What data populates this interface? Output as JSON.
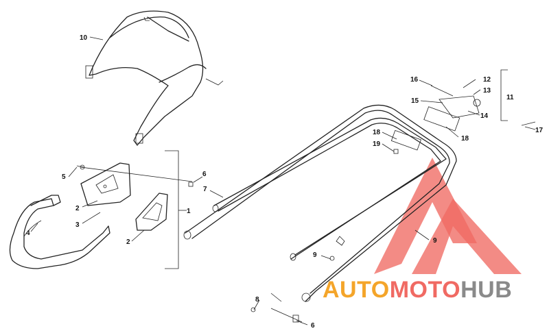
{
  "callouts": {
    "c1": "1",
    "c2a": "2",
    "c2b": "2",
    "c3": "3",
    "c4": "4",
    "c5": "5",
    "c6a": "6",
    "c6b": "6",
    "c7": "7",
    "c8": "8",
    "c9a": "9",
    "c9b": "9",
    "c10": "10",
    "c11": "11",
    "c12": "12",
    "c13": "13",
    "c14": "14",
    "c15": "15",
    "c16": "16",
    "c17": "17",
    "c18a": "18",
    "c18b": "18",
    "c19": "19"
  },
  "watermark": {
    "part1": "AUTO",
    "part2": "MOTO",
    "part3": "HUB",
    "colors": {
      "part1": "#f4a52a",
      "part2": "#f06a63",
      "part3": "#8a8a8a"
    }
  }
}
